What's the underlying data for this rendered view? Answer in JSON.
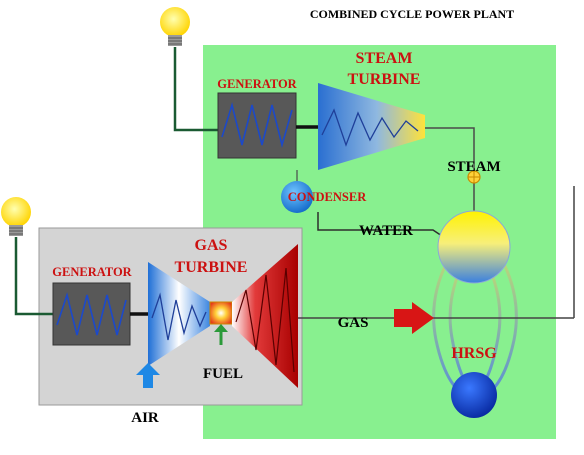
{
  "title": "COMBINED CYCLE POWER PLANT",
  "steam_section": {
    "generator_label": "GENERATOR",
    "turbine_label_line1": "STEAM",
    "turbine_label_line2": "TURBINE",
    "condenser_label": "CONDENSER",
    "steam_label": "STEAM",
    "water_label": "WATER",
    "hrsg_label": "HRSG"
  },
  "gas_section": {
    "generator_label": "GENERATOR",
    "turbine_label_line1": "GAS",
    "turbine_label_line2": "TURBINE",
    "fuel_label": "FUEL",
    "air_label": "AIR",
    "gas_label": "GAS"
  },
  "colors": {
    "steam_panel": "#88f08f",
    "gas_panel": "#d4d4d4",
    "generator_box": "#585858",
    "label_red": "#cc1111",
    "pipe_green": "#2e7d4f",
    "arrow_red": "#d81515",
    "arrow_blue": "#1e88e5",
    "bulb_yellow": "#ffe600"
  },
  "icons": [
    "light-bulb-icon",
    "generator-icon",
    "turbine-icon",
    "condenser-icon",
    "drum-icon",
    "arrow-icon"
  ]
}
